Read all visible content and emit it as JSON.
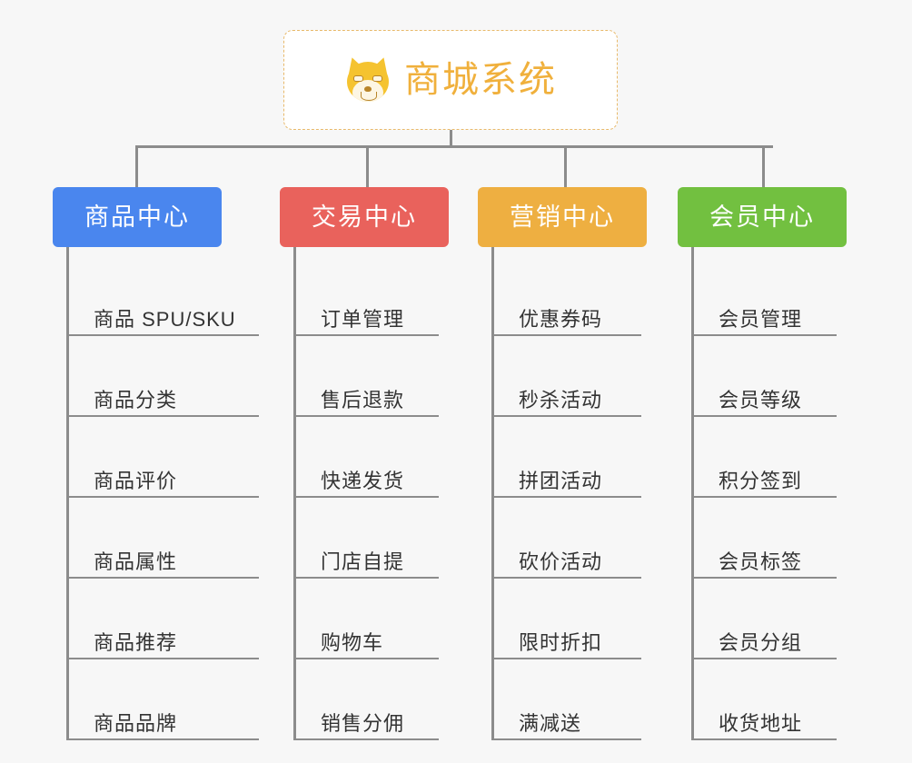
{
  "root": {
    "title": "商城系统",
    "icon": "dog-face-icon",
    "border_color": "#e8b96a",
    "text_color": "#f0b03c",
    "background": "#ffffff"
  },
  "canvas": {
    "background": "#f7f7f7",
    "connector_color": "#8c8c8c",
    "leaf_text_color": "#333333"
  },
  "columns": [
    {
      "id": "product-center",
      "title": "商品中心",
      "color": "#4a86ee",
      "items": [
        "商品 SPU/SKU",
        "商品分类",
        "商品评价",
        "商品属性",
        "商品推荐",
        "商品品牌"
      ]
    },
    {
      "id": "trade-center",
      "title": "交易中心",
      "color": "#e9625c",
      "items": [
        "订单管理",
        "售后退款",
        "快递发货",
        "门店自提",
        "购物车",
        "销售分佣"
      ]
    },
    {
      "id": "marketing-center",
      "title": "营销中心",
      "color": "#eeaf41",
      "items": [
        "优惠券码",
        "秒杀活动",
        "拼团活动",
        "砍价活动",
        "限时折扣",
        "满减送"
      ]
    },
    {
      "id": "member-center",
      "title": "会员中心",
      "color": "#72c040",
      "items": [
        "会员管理",
        "会员等级",
        "积分签到",
        "会员标签",
        "会员分组",
        "收货地址"
      ]
    }
  ]
}
